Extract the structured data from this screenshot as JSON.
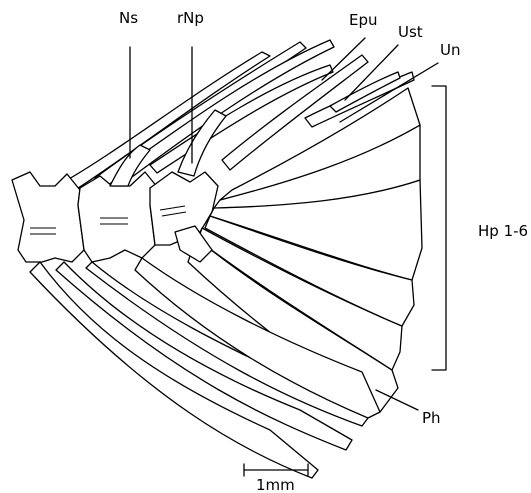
{
  "labels": {
    "ns": "Ns",
    "rnp": "rNp",
    "epu": "Epu",
    "ust": "Ust",
    "un": "Un",
    "hp": "Hp 1-6",
    "ph": "Ph"
  },
  "scale_bar": {
    "label": "1mm"
  }
}
